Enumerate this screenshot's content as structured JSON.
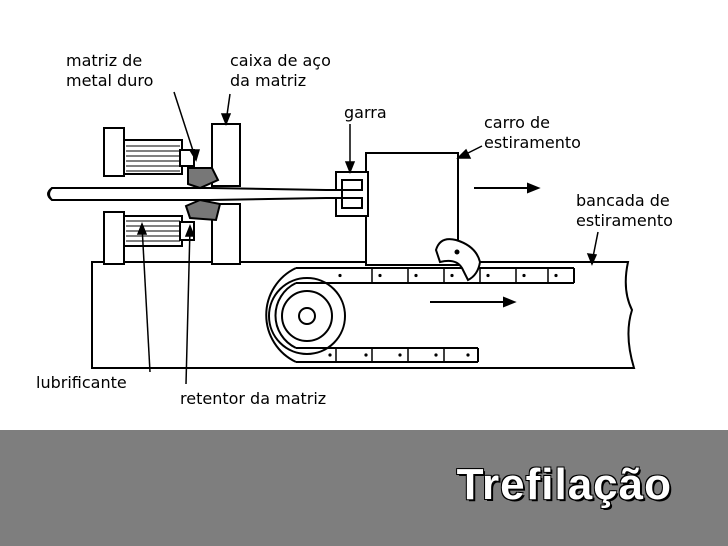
{
  "diagram": {
    "labels": {
      "matriz_metal_duro": [
        "matriz de",
        "metal duro"
      ],
      "caixa_aco": [
        "caixa de aço",
        "da matriz"
      ],
      "garra": "garra",
      "carro": [
        "carro de",
        "estiramento"
      ],
      "bancada": [
        "bancada de",
        "estiramento"
      ],
      "lubrificante": "lubrificante",
      "retentor": "retentor da matriz"
    }
  },
  "footer": {
    "title": "Trefilação"
  }
}
